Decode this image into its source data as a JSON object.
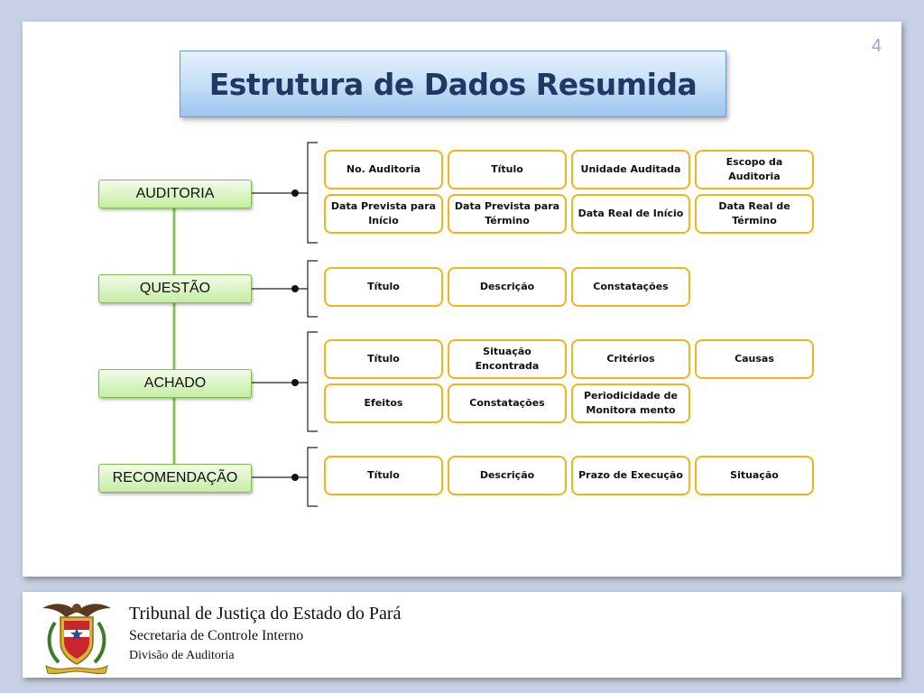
{
  "slide": {
    "page_number": "4",
    "title": "Estrutura de Dados Resumida"
  },
  "entities": [
    {
      "label": "AUDITORIA",
      "fields": [
        "No. Auditoria",
        "Título",
        "Unidade Auditada",
        "Escopo da Auditoria",
        "Data Prevista para Início",
        "Data Prevista para Término",
        "Data Real de Início",
        "Data Real de Término"
      ]
    },
    {
      "label": "QUESTÃO",
      "fields": [
        "Título",
        "Descrição",
        "Constatações"
      ]
    },
    {
      "label": "ACHADO",
      "fields": [
        "Título",
        "Situação Encontrada",
        "Critérios",
        "Causas",
        "Efeitos",
        "Constatações",
        "Periodicidade de Monitora mento"
      ]
    },
    {
      "label": "RECOMENDAÇÃO",
      "fields": [
        "Título",
        "Descrição",
        "Prazo de Execução",
        "Situação"
      ]
    }
  ],
  "footer": {
    "line1": "Tribunal de Justiça do Estado do  Pará",
    "line2": "Secretaria de Controle Interno",
    "line3": "Divisão de Auditoria",
    "seal_icon": "coat-of-arms-icon"
  },
  "colors": {
    "entity_border": "#7cc04b",
    "entity_fill": "#c6eda3",
    "field_border": "#f5b21b",
    "title_text": "#1f3864",
    "background": "#c7d0e6"
  }
}
